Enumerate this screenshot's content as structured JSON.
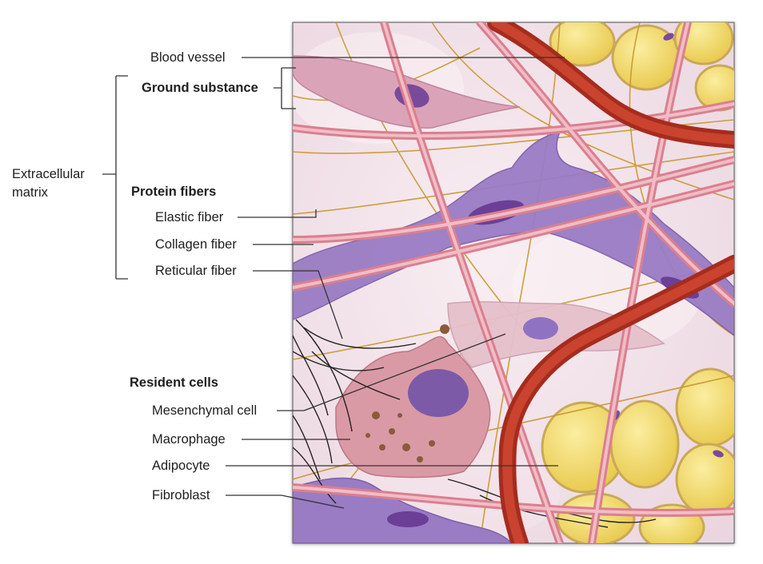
{
  "labels": {
    "blood_vessel": "Blood vessel",
    "ground_substance": "Ground substance",
    "extracellular_matrix_line1": "Extracellular",
    "extracellular_matrix_line2": "matrix",
    "protein_fibers": "Protein fibers",
    "elastic_fiber": "Elastic fiber",
    "collagen_fiber": "Collagen fiber",
    "reticular_fiber": "Reticular fiber",
    "resident_cells": "Resident cells",
    "mesenchymal_cell": "Mesenchymal cell",
    "macrophage": "Macrophage",
    "adipocyte": "Adipocyte",
    "fibroblast": "Fibroblast"
  },
  "colors": {
    "ground_substance": "#f3e4ea",
    "collagen_fiber": "#e59aa6",
    "elastic_fiber": "#c9962e",
    "reticular_fiber": "#222222",
    "blood_vessel": "#b83524",
    "adipocyte": "#f4dc6a",
    "fibroblast": "#9a7cc4",
    "nucleus": "#6b3f96",
    "macrophage": "#d99aa5",
    "mesenchymal_cell": "#e6c0cc",
    "leader_line": "#333333"
  }
}
